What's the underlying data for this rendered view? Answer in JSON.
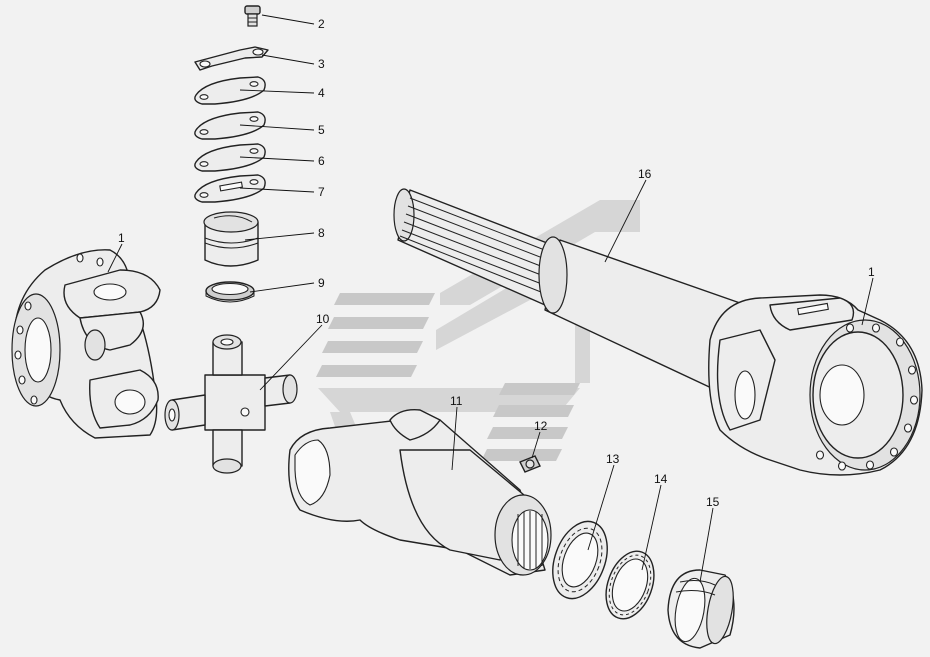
{
  "diagram": {
    "callouts": [
      "2",
      "3",
      "4",
      "5",
      "6",
      "7",
      "8",
      "9",
      "1",
      "10",
      "11",
      "12",
      "13",
      "14",
      "15",
      "16",
      "1"
    ]
  }
}
